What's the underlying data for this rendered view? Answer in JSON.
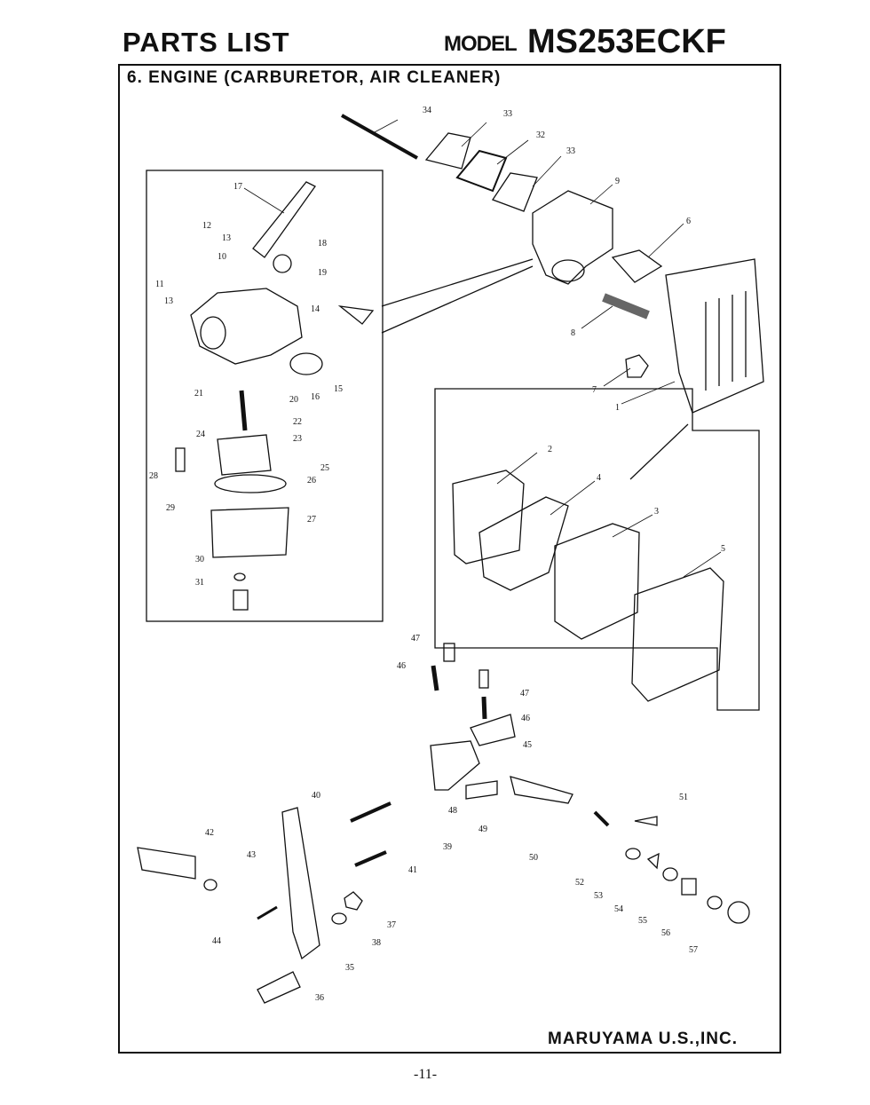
{
  "header": {
    "title": "PARTS LIST",
    "model_prefix": "MODEL",
    "model_number": "MS253ECKF"
  },
  "section_title": "6. ENGINE (CARBURETOR, AIR CLEANER)",
  "footer": {
    "company": "MARUYAMA U.S.,INC.",
    "page_number": "-11-"
  },
  "callouts": [
    "1",
    "2",
    "3",
    "4",
    "5",
    "6",
    "7",
    "8",
    "9",
    "10",
    "11",
    "12",
    "13",
    "13",
    "14",
    "15",
    "16",
    "17",
    "18",
    "19",
    "20",
    "21",
    "22",
    "23",
    "24",
    "25",
    "26",
    "27",
    "28",
    "29",
    "30",
    "31",
    "32",
    "33",
    "33",
    "34",
    "35",
    "36",
    "37",
    "38",
    "39",
    "40",
    "41",
    "42",
    "43",
    "44",
    "45",
    "46",
    "46",
    "47",
    "47",
    "48",
    "49",
    "50",
    "51",
    "52",
    "53",
    "54",
    "55",
    "56",
    "57"
  ]
}
